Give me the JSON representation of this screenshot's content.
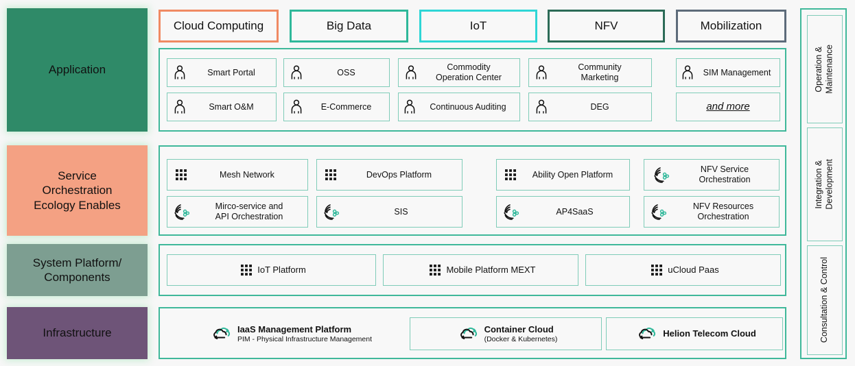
{
  "layers": [
    {
      "id": "application",
      "label": "Application",
      "color": "#2f8a68"
    },
    {
      "id": "service",
      "label": "Service\nOrchestration\nEcology Enables",
      "color": "#f4a183"
    },
    {
      "id": "system",
      "label": "System Platform/\nComponents",
      "color": "#7d9e91"
    },
    {
      "id": "infrastructure",
      "label": "Infrastructure",
      "color": "#6e5478"
    }
  ],
  "categories": [
    {
      "label": "Cloud Computing",
      "border": "#f08a63"
    },
    {
      "label": "Big Data",
      "border": "#2fb89a"
    },
    {
      "label": "IoT",
      "border": "#2fd6d6"
    },
    {
      "label": "NFV",
      "border": "#2c6b57"
    },
    {
      "label": "Mobilization",
      "border": "#5d6b7a"
    }
  ],
  "application_items": [
    {
      "label": "Smart Portal",
      "icon": "person-icon"
    },
    {
      "label": "OSS",
      "icon": "person-icon"
    },
    {
      "label": "Commodity\nOperation Center",
      "icon": "person-icon"
    },
    {
      "label": "Community\nMarketing",
      "icon": "person-icon"
    },
    {
      "label": "SIM Management",
      "icon": "person-icon"
    },
    {
      "label": "Smart O&M",
      "icon": "person-icon"
    },
    {
      "label": "E-Commerce",
      "icon": "person-icon"
    },
    {
      "label": "Continuous Auditing",
      "icon": "person-icon"
    },
    {
      "label": "DEG",
      "icon": "person-icon"
    },
    {
      "label": "and more",
      "icon": "none"
    }
  ],
  "service_items": [
    {
      "label": "Mesh Network",
      "icon": "dot-grid-icon"
    },
    {
      "label": "DevOps Platform",
      "icon": "dot-grid-icon"
    },
    {
      "label": "Ability Open Platform",
      "icon": "dot-grid-icon"
    },
    {
      "label": "NFV Service\nOrchestration",
      "icon": "orchestration-icon"
    },
    {
      "label": "Mirco-service and\nAPI Orchestration",
      "icon": "orchestration-icon"
    },
    {
      "label": "SIS",
      "icon": "orchestration-icon"
    },
    {
      "label": "AP4SaaS",
      "icon": "orchestration-icon"
    },
    {
      "label": "NFV Resources\nOrchestration",
      "icon": "orchestration-icon"
    }
  ],
  "system_items": [
    {
      "label": "IoT Platform",
      "icon": "dot-grid-icon"
    },
    {
      "label": "Mobile Platform MEXT",
      "icon": "dot-grid-icon"
    },
    {
      "label": "uCloud Paas",
      "icon": "dot-grid-icon"
    }
  ],
  "infrastructure_items": [
    {
      "label": "IaaS Management Platform",
      "sublabel": "PIM - Physical Infrastructure Management",
      "icon": "cloud-icon",
      "boxed": false
    },
    {
      "label": "Container Cloud",
      "sublabel": "(Docker & Kubernetes)",
      "icon": "cloud-icon",
      "boxed": true
    },
    {
      "label": "Helion Telecom Cloud",
      "sublabel": "",
      "icon": "cloud-icon",
      "boxed": true
    }
  ],
  "side_column": [
    {
      "label": "Operation &\nMaintenance"
    },
    {
      "label": "Integration &\nDevelopment"
    },
    {
      "label": "Consultation & Control"
    }
  ],
  "colors": {
    "teal_border": "#7fccb8",
    "teal_outer": "#3fb89a",
    "icon_green": "#2fb89a",
    "panel_bg": "#f8f8f8"
  }
}
